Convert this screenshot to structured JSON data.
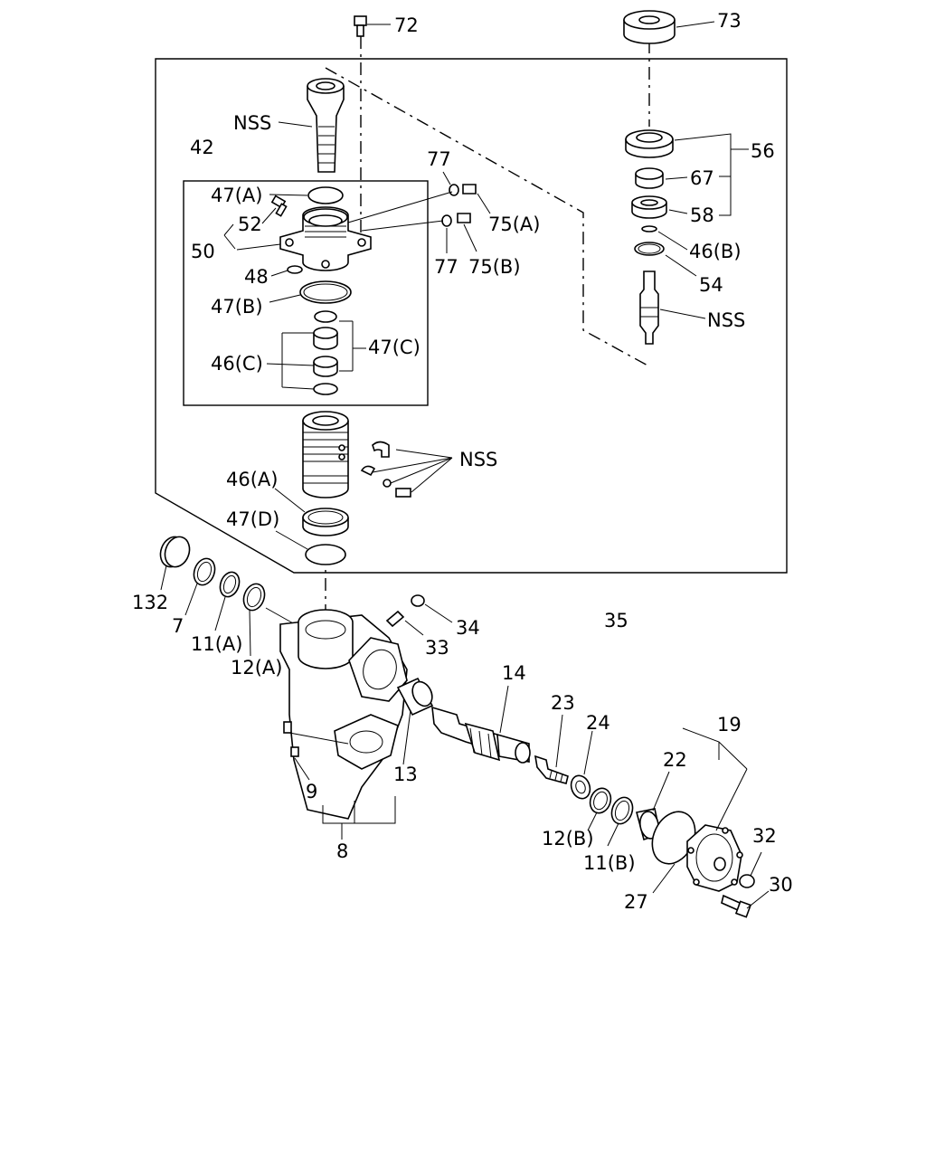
{
  "labels": {
    "l72": "72",
    "l73": "73",
    "lnss_top": "NSS",
    "l42": "42",
    "l77a": "77",
    "l47a": "47(A)",
    "l52": "52",
    "l75a": "75(A)",
    "l50": "50",
    "l77b": "77",
    "l75b": "75(B)",
    "l48": "48",
    "l47b": "47(B)",
    "l47c": "47(C)",
    "l46c": "46(C)",
    "l56": "56",
    "l67": "67",
    "l58": "58",
    "l46b": "46(B)",
    "l54": "54",
    "lnss_right": "NSS",
    "lnss_mid": "NSS",
    "l46a": "46(A)",
    "l47d": "47(D)",
    "l132": "132",
    "l7": "7",
    "l11a": "11(A)",
    "l12a": "12(A)",
    "l34": "34",
    "l33": "33",
    "l35": "35",
    "l14": "14",
    "l23": "23",
    "l24": "24",
    "l19": "19",
    "l22": "22",
    "l13": "13",
    "l9": "9",
    "l8": "8",
    "l12b": "12(B)",
    "l11b": "11(B)",
    "l32": "32",
    "l30": "30",
    "l27": "27"
  }
}
